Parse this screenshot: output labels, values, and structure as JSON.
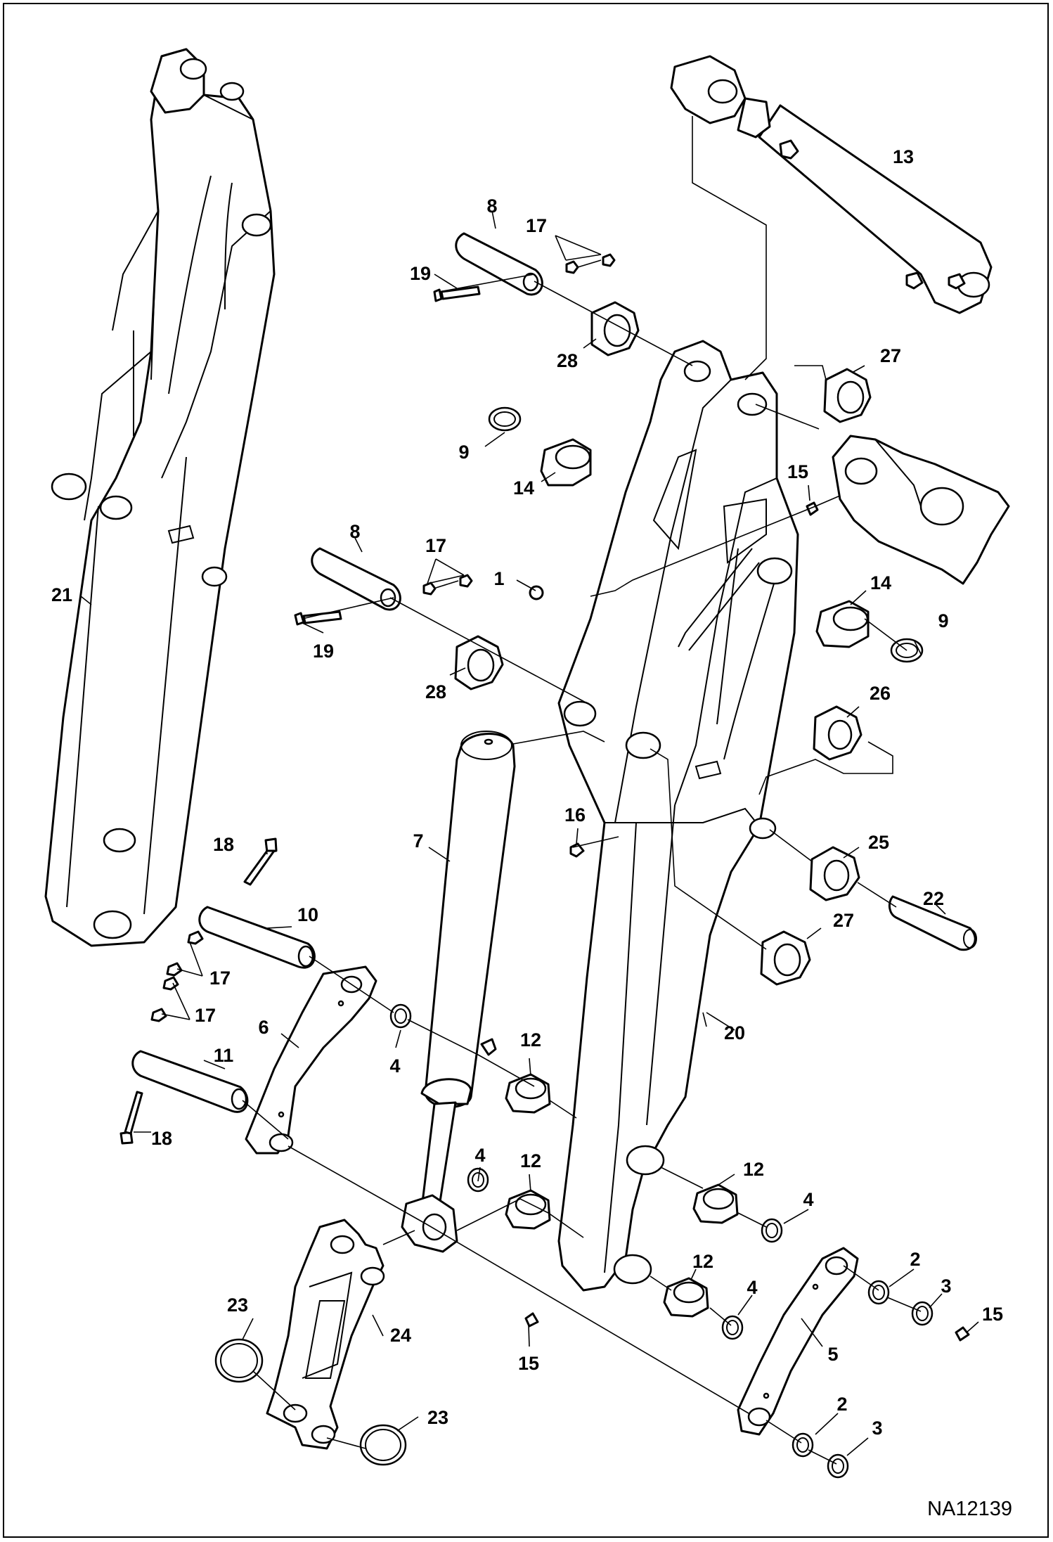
{
  "figure": {
    "reference_code": "NA12139",
    "line_color": "#000000",
    "background_color": "#ffffff"
  },
  "callouts": [
    {
      "id": "c1",
      "label": "1"
    },
    {
      "id": "c2a",
      "label": "2"
    },
    {
      "id": "c2b",
      "label": "2"
    },
    {
      "id": "c3a",
      "label": "3"
    },
    {
      "id": "c3b",
      "label": "3"
    },
    {
      "id": "c4a",
      "label": "4"
    },
    {
      "id": "c4b",
      "label": "4"
    },
    {
      "id": "c4c",
      "label": "4"
    },
    {
      "id": "c4d",
      "label": "4"
    },
    {
      "id": "c5",
      "label": "5"
    },
    {
      "id": "c6",
      "label": "6"
    },
    {
      "id": "c7",
      "label": "7"
    },
    {
      "id": "c8a",
      "label": "8"
    },
    {
      "id": "c8b",
      "label": "8"
    },
    {
      "id": "c9a",
      "label": "9"
    },
    {
      "id": "c9b",
      "label": "9"
    },
    {
      "id": "c10",
      "label": "10"
    },
    {
      "id": "c11",
      "label": "11"
    },
    {
      "id": "c12a",
      "label": "12"
    },
    {
      "id": "c12b",
      "label": "12"
    },
    {
      "id": "c12c",
      "label": "12"
    },
    {
      "id": "c12d",
      "label": "12"
    },
    {
      "id": "c13",
      "label": "13"
    },
    {
      "id": "c14a",
      "label": "14"
    },
    {
      "id": "c14b",
      "label": "14"
    },
    {
      "id": "c15a",
      "label": "15"
    },
    {
      "id": "c15b",
      "label": "15"
    },
    {
      "id": "c15c",
      "label": "15"
    },
    {
      "id": "c16",
      "label": "16"
    },
    {
      "id": "c17a",
      "label": "17"
    },
    {
      "id": "c17b",
      "label": "17"
    },
    {
      "id": "c17c",
      "label": "17"
    },
    {
      "id": "c17d",
      "label": "17"
    },
    {
      "id": "c18a",
      "label": "18"
    },
    {
      "id": "c18b",
      "label": "18"
    },
    {
      "id": "c19a",
      "label": "19"
    },
    {
      "id": "c19b",
      "label": "19"
    },
    {
      "id": "c20",
      "label": "20"
    },
    {
      "id": "c21",
      "label": "21"
    },
    {
      "id": "c22",
      "label": "22"
    },
    {
      "id": "c23a",
      "label": "23"
    },
    {
      "id": "c23b",
      "label": "23"
    },
    {
      "id": "c24",
      "label": "24"
    },
    {
      "id": "c25",
      "label": "25"
    },
    {
      "id": "c26",
      "label": "26"
    },
    {
      "id": "c27a",
      "label": "27"
    },
    {
      "id": "c27b",
      "label": "27"
    },
    {
      "id": "c28a",
      "label": "28"
    },
    {
      "id": "c28b",
      "label": "28"
    }
  ]
}
